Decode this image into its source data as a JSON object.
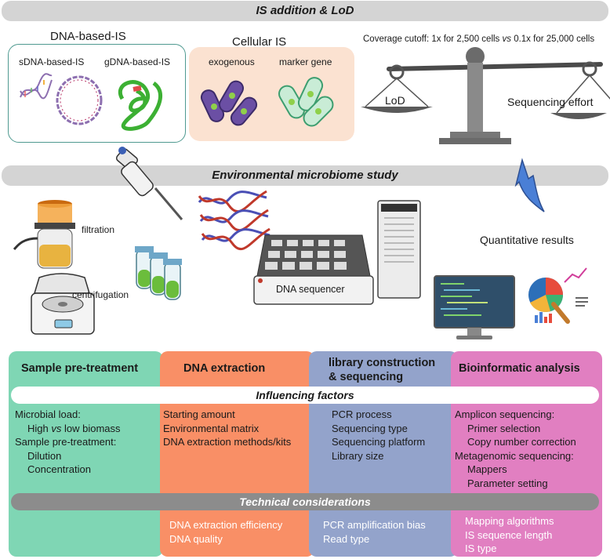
{
  "banners": {
    "top": "IS addition & LoD",
    "middle": "Environmental microbiome study"
  },
  "dna_is": {
    "title": "DNA-based-IS",
    "sdna": "sDNA-based-IS",
    "gdna": "gDNA-based-IS"
  },
  "cellular_is": {
    "title": "Cellular IS",
    "exogenous": "exogenous",
    "marker": "marker gene"
  },
  "balance": {
    "coverage_prefix": "Coverage cutoff: 1x for 2,500 cells ",
    "coverage_vs": "vs",
    "coverage_suffix": " 0.1x for 25,000 cells",
    "lod": "LoD",
    "effort": "Sequencing effort"
  },
  "workflow": {
    "filtration": "filtration",
    "centrifugation": "centrifugation",
    "sequencer": "DNA sequencer",
    "results": "Quantitative results"
  },
  "columns": [
    {
      "title": "Sample pre-treatment",
      "color": "#7fd6b4"
    },
    {
      "title": "DNA extraction",
      "color": "#f98f66"
    },
    {
      "title_line1": "library construction",
      "title_line2": "& sequencing",
      "color": "#93a3cb"
    },
    {
      "title": "Bioinformatic analysis",
      "color": "#e17fc1"
    }
  ],
  "influencing": {
    "label": "Influencing factors",
    "sample": {
      "load_label": "Microbial load:",
      "load_a": "High ",
      "load_vs": "vs",
      "load_b": " low biomass",
      "pretreat_label": "Sample pre-treatment:",
      "dilution": "Dilution",
      "concentration": "Concentration"
    },
    "extraction": [
      "Starting amount",
      "Environmental matrix",
      "DNA extraction methods/kits"
    ],
    "library": [
      "PCR process",
      "Sequencing type",
      "Sequencing platform",
      "Library size"
    ],
    "bioinfo": {
      "amplicon": "Amplicon sequencing:",
      "primer": "Primer selection",
      "copy": "Copy number correction",
      "metagenomic": "Metagenomic sequencing:",
      "mappers": "Mappers",
      "param": "Parameter setting"
    }
  },
  "technical": {
    "label": "Technical considerations",
    "extraction": [
      "DNA extraction efficiency",
      "DNA quality"
    ],
    "library": [
      "PCR amplification bias",
      "Read type"
    ],
    "bioinfo": [
      "Mapping algorithms",
      "IS sequence length",
      "IS type"
    ]
  }
}
